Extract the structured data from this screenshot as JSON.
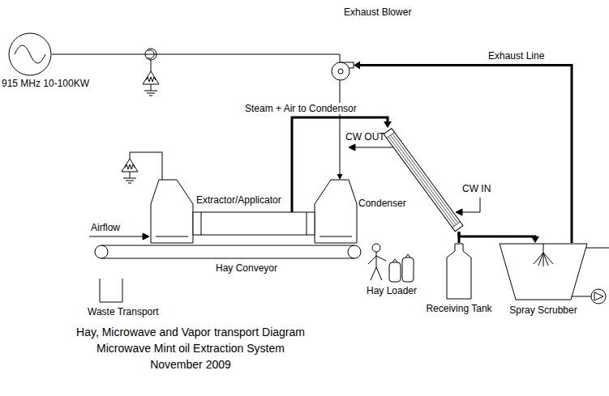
{
  "diagram": {
    "title": "Hay, Microwave and Vapor transport Diagram",
    "nodes": [
      {
        "text": [
          "915 MHz 10-100KW"
        ]
      },
      {
        "text": [
          "Exhaust Blower"
        ]
      },
      {
        "text": [
          "Extractor/Applicator"
        ]
      },
      {
        "text": [
          "Condenser"
        ]
      },
      {
        "text": [
          "Hay Conveyor"
        ]
      },
      {
        "text": [
          "Hay Loader"
        ]
      },
      {
        "text": [
          "Receiving Tank"
        ]
      },
      {
        "text": [
          "Waste Transport"
        ]
      },
      {
        "text": [
          "Spray Scrubber"
        ]
      }
    ],
    "edges": [
      {
        "from": 0,
        "to": 2,
        "arrow": "to"
      },
      {
        "from": 2,
        "to": 3,
        "label": "Steam + Air to Condensor",
        "arrow": "to"
      },
      {
        "from": 3,
        "to": 6,
        "arrow": "none"
      },
      {
        "from": 3,
        "to": 8,
        "arrow": "to"
      },
      {
        "from": 8,
        "to": 1,
        "label": "Exhaust Line",
        "arrow": "to"
      }
    ],
    "labels": [
      "Airflow",
      "CW OUT",
      "CW IN",
      "Microwave Mint oil Extraction System",
      "November 2009"
    ]
  }
}
